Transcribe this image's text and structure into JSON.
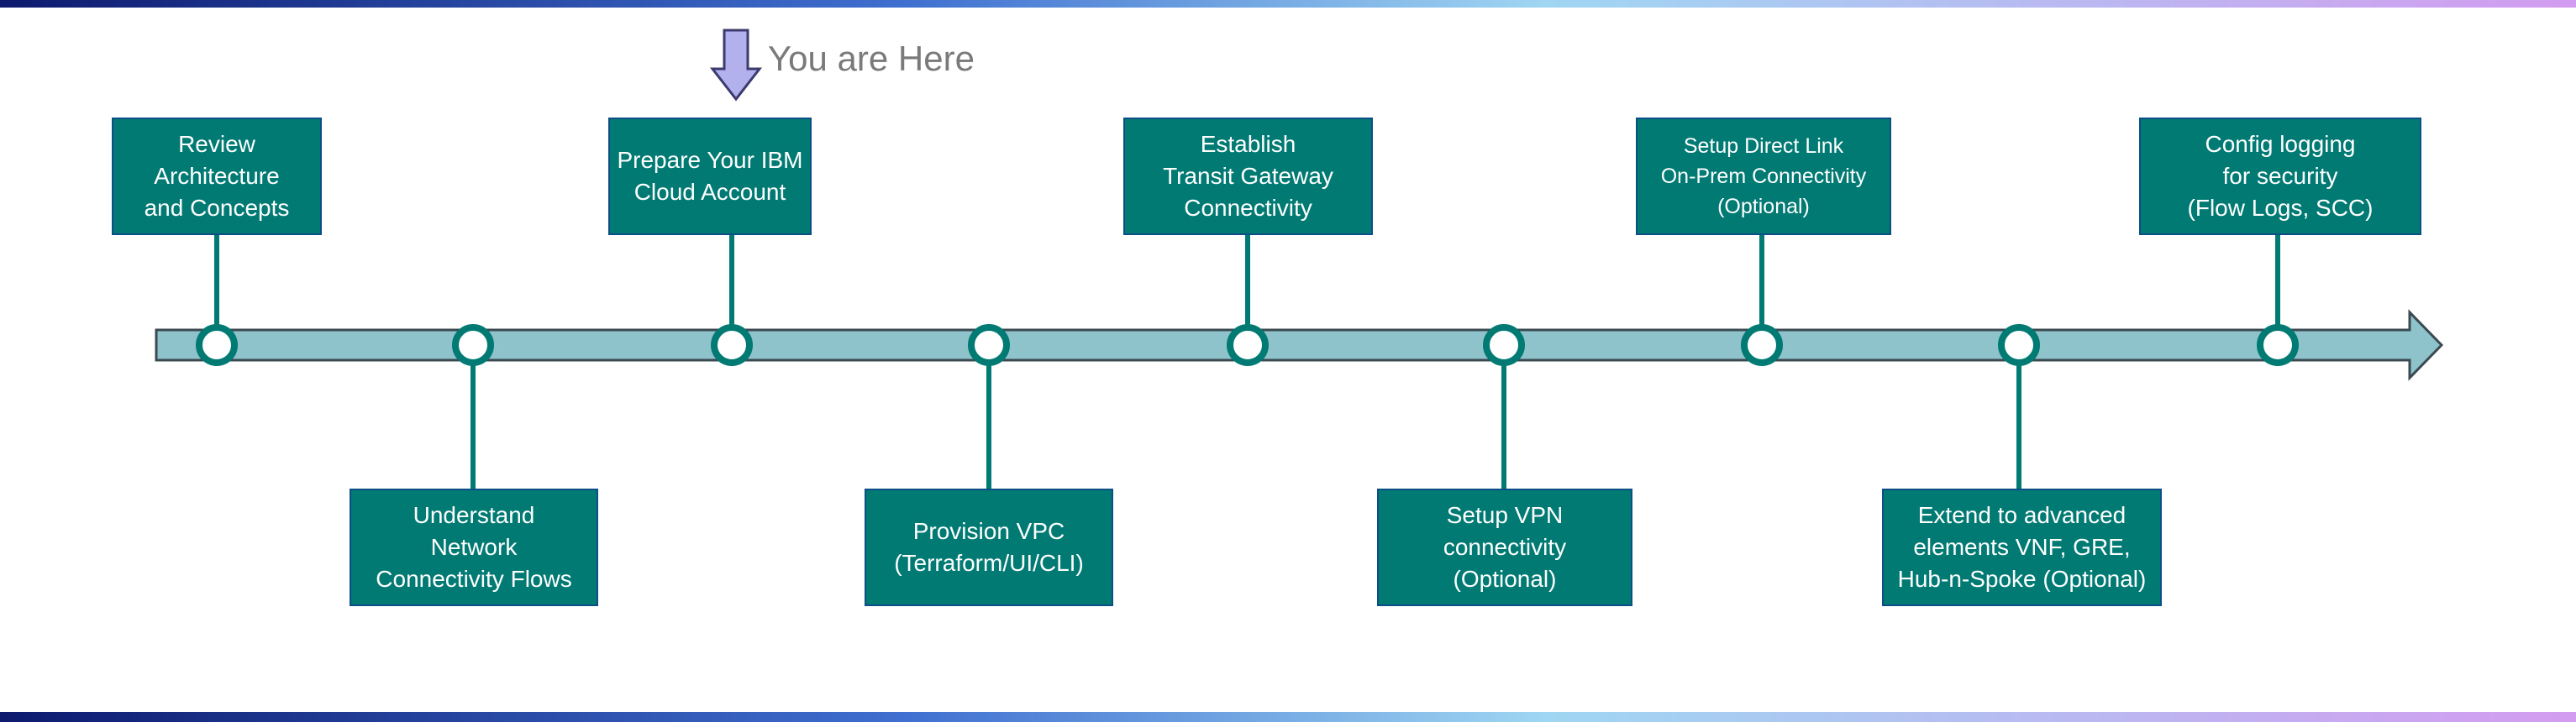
{
  "colors": {
    "box_fill": "#007a73",
    "box_border": "#0b4f86",
    "box_text": "#ffffff",
    "timeline_fill": "#8fc3cc",
    "timeline_stroke": "#3a4a50",
    "connector": "#007a73",
    "marker_arrow": "#b3b0ee",
    "marker_text": "#7a7a7a"
  },
  "marker": {
    "label": "You are Here",
    "icon": "down-arrow-icon"
  },
  "steps": [
    {
      "label": "Review\nArchitecture\nand Concepts"
    },
    {
      "label": "Understand\nNetwork\nConnectivity Flows"
    },
    {
      "label": "Prepare Your IBM\nCloud Account"
    },
    {
      "label": "Provision VPC\n(Terraform/UI/CLI)"
    },
    {
      "label": "Establish\nTransit Gateway\nConnectivity"
    },
    {
      "label": "Setup VPN\nconnectivity\n(Optional)"
    },
    {
      "label": "Setup Direct Link\nOn-Prem Connectivity\n(Optional)"
    },
    {
      "label": "Extend to advanced\nelements VNF, GRE,\nHub-n-Spoke (Optional)"
    },
    {
      "label": "Config logging\nfor security\n(Flow Logs, SCC)"
    }
  ]
}
